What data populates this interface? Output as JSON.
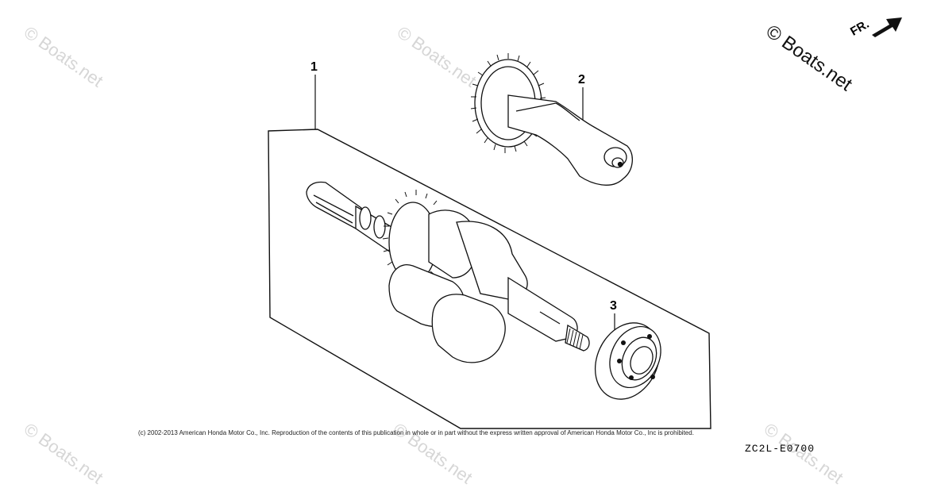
{
  "watermark": {
    "text": "© Boats.net"
  },
  "brand_mark": {
    "text": "© Boats.net"
  },
  "direction": {
    "label": "FR."
  },
  "callouts": [
    "1",
    "2",
    "3"
  ],
  "copyright": "(c) 2002-2013 American Honda Motor Co., Inc. Reproduction of the contents of this publication in whole or in part without the express written approval of American Honda Motor Co., Inc is prohibited.",
  "diagram_code": "ZC2L-E0700"
}
